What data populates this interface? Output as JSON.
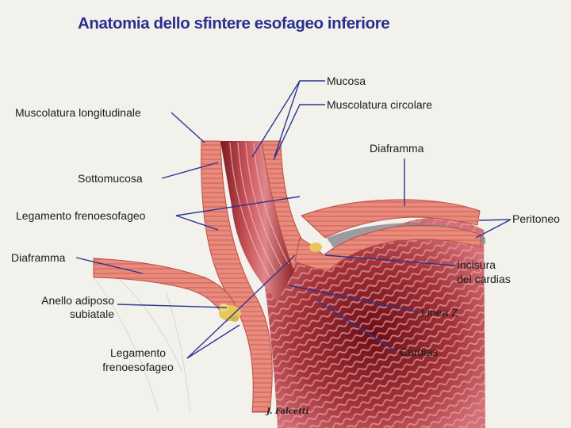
{
  "title": "Anatomia dello sfintere esofageo inferiore",
  "labels": {
    "mucosa": "Mucosa",
    "muscolatura_longitudinale": "Muscolatura longitudinale",
    "muscolatura_circolare": "Muscolatura circolare",
    "diaframma_top": "Diaframma",
    "sottomucosa": "Sottomucosa",
    "legamento_frenoesofageo_top": "Legamento frenoesofageo",
    "peritoneo": "Peritoneo",
    "diaframma_left": "Diaframma",
    "incisura_line1": "Incisura",
    "incisura_line2": "del cardias",
    "anello_line1": "Anello adiposo",
    "anello_line2": "subiatale",
    "linea_z": "Linea Z",
    "legamento_bottom_line1": "Legamento",
    "legamento_bottom_line2": "frenoesofageo",
    "cardias": "Cardias"
  },
  "signature": "J. Falcetti",
  "colors": {
    "title": "#2a2f8f",
    "leader_lines": "#2b3590",
    "muscle": "#e98a7c",
    "mucosa_dark": "#8f1f25",
    "fat": "#e7c75a"
  }
}
